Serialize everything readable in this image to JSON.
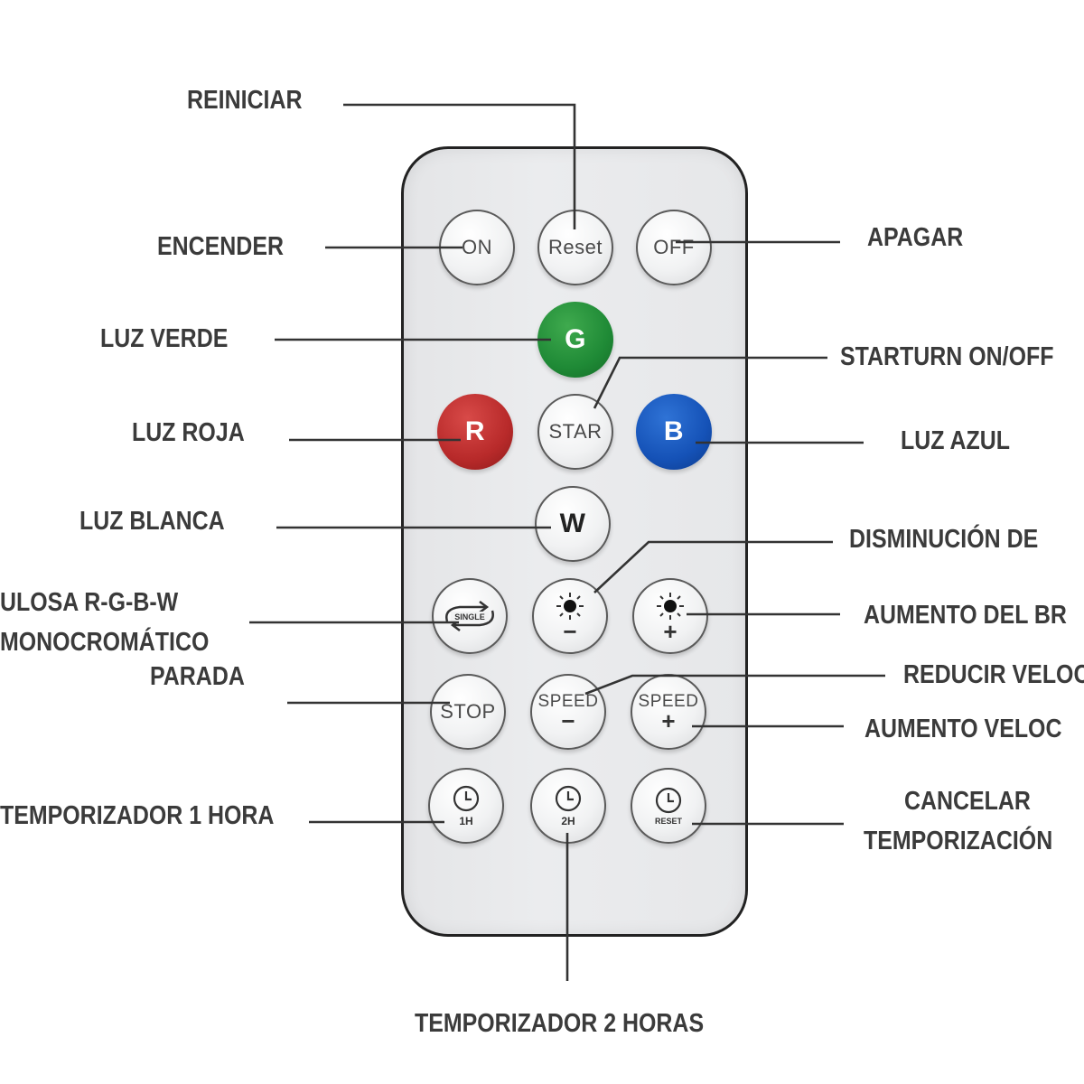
{
  "buttons": {
    "on": "ON",
    "reset": "Reset",
    "off": "OFF",
    "green": "G",
    "red": "R",
    "star": "STAR",
    "blue": "B",
    "white": "W",
    "single": "SINGLE",
    "bright_down_sign": "−",
    "bright_up_sign": "+",
    "stop": "STOP",
    "speed_down": "SPEED",
    "speed_down_sign": "−",
    "speed_up": "SPEED",
    "speed_up_sign": "+",
    "timer1": "1H",
    "timer2": "2H",
    "timer_reset": "RESET"
  },
  "labels": {
    "reiniciar": "REINICIAR",
    "encender": "ENCENDER",
    "apagar": "APAGAR",
    "luz_verde": "LUZ VERDE",
    "starturn": "STARTURN ON/OFF",
    "luz_roja": "LUZ ROJA",
    "luz_azul": "LUZ AZUL",
    "luz_blanca": "LUZ BLANCA",
    "disminucion": "DISMINUCIÓN DE",
    "rgbw_line1": "ULOSA R-G-B-W",
    "rgbw_line2": "MONOCROMÁTICO",
    "aumento_brillo": "AUMENTO DEL BR",
    "parada": "PARADA",
    "reducir_velocidad": "REDUCIR VELOC",
    "aumento_velocidad": "AUMENTO VELOC",
    "temporizador_1": "TEMPORIZADOR 1 HORA",
    "cancelar_line1": "CANCELAR",
    "cancelar_line2": "TEMPORIZACIÓN",
    "temporizador_2": "TEMPORIZADOR 2 HORAS"
  },
  "icons": {
    "bright_down": "sun-icon",
    "bright_up": "sun-icon",
    "mode": "cycle-arrows-icon",
    "timer": "clock-icon"
  },
  "colors": {
    "green": "#1f8a36",
    "red": "#b82a2a",
    "blue": "#1552b7",
    "label": "#3b3b3b"
  }
}
